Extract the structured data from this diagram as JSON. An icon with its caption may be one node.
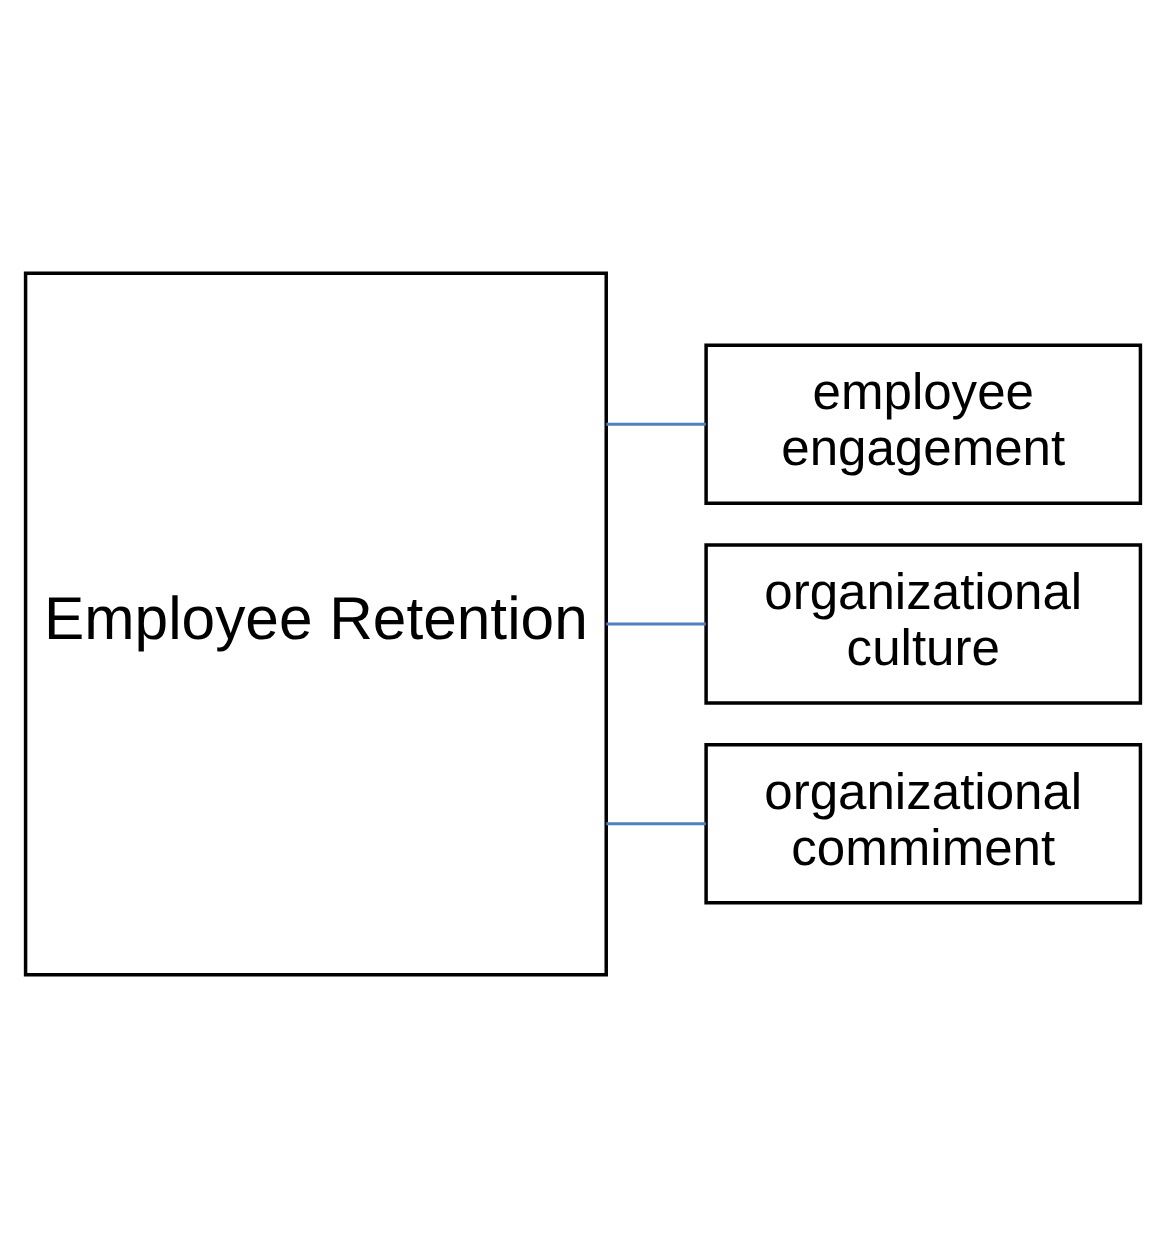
{
  "diagram": {
    "nodes": [
      {
        "text": [
          "Employee Retention"
        ]
      },
      {
        "text": [
          "employee engagement"
        ]
      },
      {
        "text": [
          "organizational culture"
        ]
      },
      {
        "text": [
          "organizational commiment"
        ]
      }
    ],
    "edges": [
      {
        "from": 0,
        "to": 1,
        "arrow": "none"
      },
      {
        "from": 0,
        "to": 2,
        "arrow": "none"
      },
      {
        "from": 0,
        "to": 3,
        "arrow": "none"
      }
    ]
  }
}
